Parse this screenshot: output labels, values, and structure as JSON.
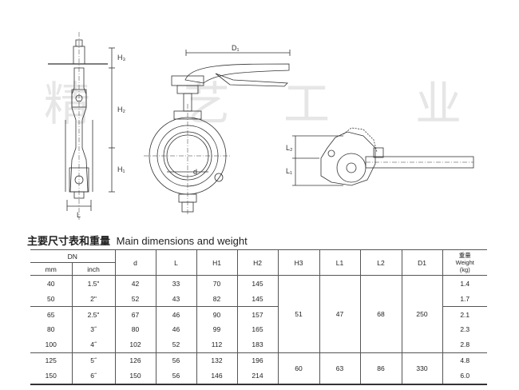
{
  "drawing": {
    "labels": {
      "d1": "D₁",
      "h3": "H₃",
      "h2": "H₂",
      "h1": "H₁",
      "l_front": "L",
      "d_small": "d",
      "l2": "L₂",
      "l1": "L₁"
    },
    "watermark": [
      "精",
      "艺",
      "工",
      "业"
    ]
  },
  "title": {
    "zh": "主要尺寸表和重量",
    "en": "Main dimensions and weight"
  },
  "table": {
    "headers": {
      "dn": "DN",
      "mm": "mm",
      "inch": "inch",
      "d": "d",
      "l": "L",
      "h1": "H1",
      "h2": "H2",
      "h3": "H3",
      "l1": "L1",
      "l2": "L2",
      "d1": "D1",
      "weight_zh": "重量",
      "weight_en": "Weight",
      "weight_unit": "(kg)"
    },
    "rows": [
      [
        "40",
        "1.5\"",
        "42",
        "33",
        "70",
        "145",
        "1.4"
      ],
      [
        "50",
        "2\"",
        "52",
        "43",
        "82",
        "145",
        "1.7"
      ],
      [
        "65",
        "2.5\"",
        "67",
        "46",
        "90",
        "157",
        "2.1"
      ],
      [
        "80",
        "3˝",
        "80",
        "46",
        "99",
        "165",
        "2.3"
      ],
      [
        "100",
        "4˝",
        "102",
        "52",
        "112",
        "183",
        "2.8"
      ],
      [
        "125",
        "5˝",
        "126",
        "56",
        "132",
        "196",
        "4.8"
      ],
      [
        "150",
        "6˝",
        "150",
        "56",
        "146",
        "214",
        "6.0"
      ]
    ],
    "group_a": {
      "h3": "51",
      "l1": "47",
      "l2": "68",
      "d1": "250"
    },
    "group_b": {
      "h3": "60",
      "l1": "63",
      "l2": "86",
      "d1": "330"
    }
  }
}
